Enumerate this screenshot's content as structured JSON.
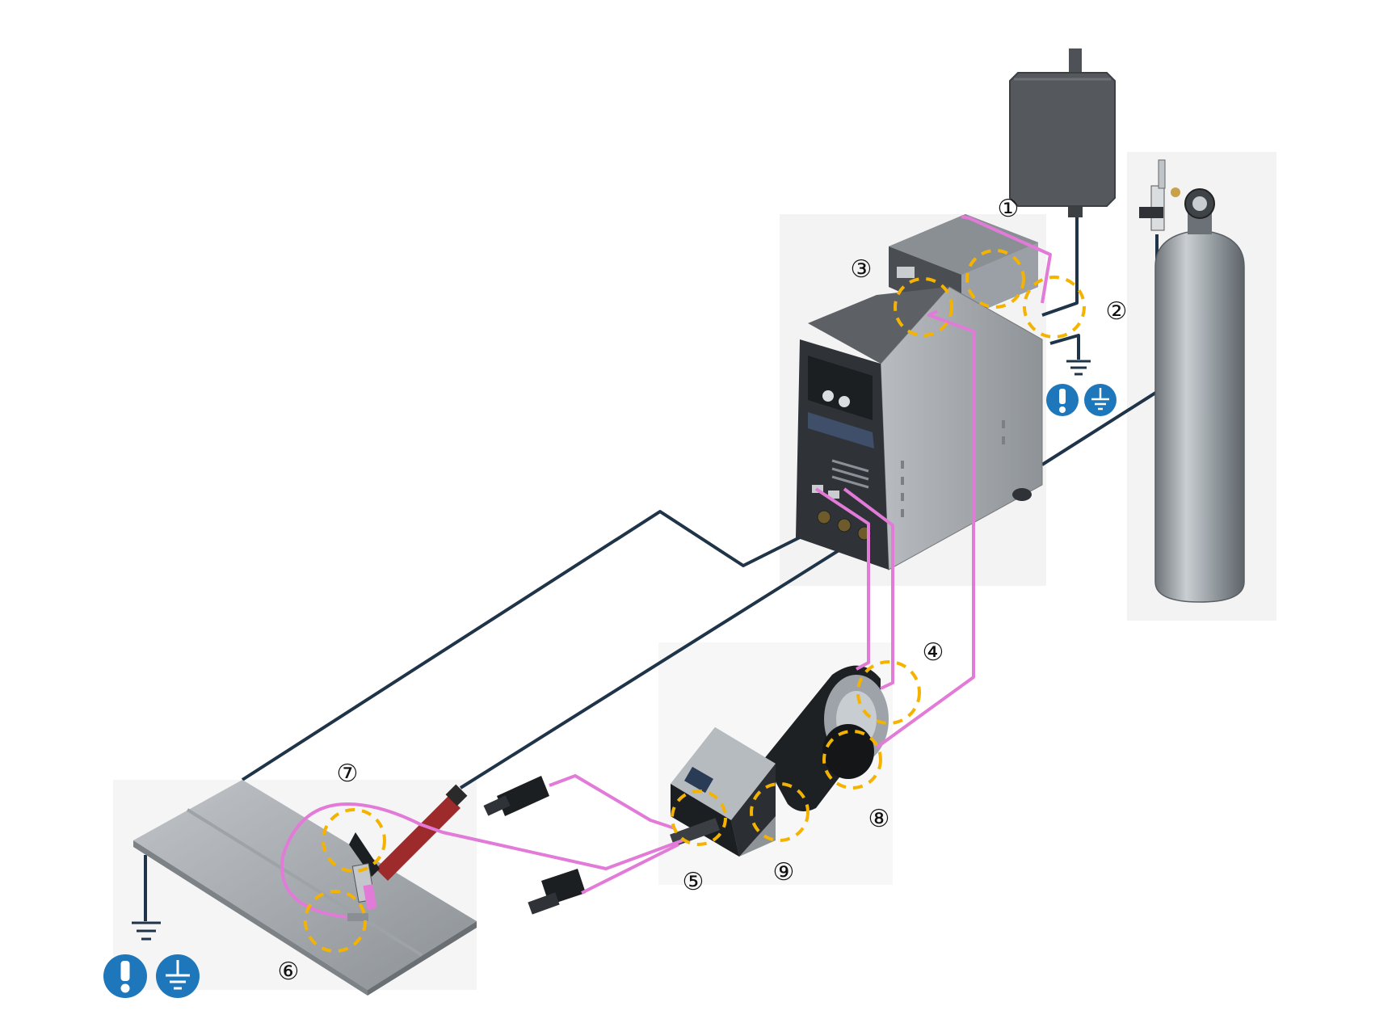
{
  "diagram": {
    "callouts": [
      {
        "id": "1",
        "label": "①"
      },
      {
        "id": "2",
        "label": "②"
      },
      {
        "id": "3",
        "label": "③"
      },
      {
        "id": "4",
        "label": "④"
      },
      {
        "id": "5",
        "label": "⑤"
      },
      {
        "id": "6",
        "label": "⑥"
      },
      {
        "id": "7",
        "label": "⑦"
      },
      {
        "id": "8",
        "label": "⑧"
      },
      {
        "id": "9",
        "label": "⑨"
      }
    ],
    "icons": [
      {
        "name": "warning-icon",
        "symbol": "!"
      },
      {
        "name": "ground-icon",
        "symbol": "ground"
      }
    ],
    "colors": {
      "pink_cable": "#e27ad8",
      "dark_cable": "#1f3448",
      "callout_ring": "#f5b301",
      "icon_blue": "#1f77bb",
      "machine_grey": "#9aa0a6",
      "machine_dark": "#2f3338"
    }
  }
}
